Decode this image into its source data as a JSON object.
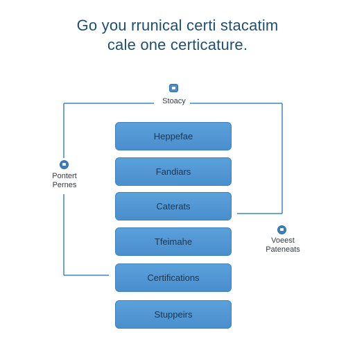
{
  "title": {
    "line1": "Go you rrunical certi stacatim",
    "line2": "cale one certicature."
  },
  "top_node": {
    "label": "Stoacy",
    "icon": "document-icon"
  },
  "left_node": {
    "line1": "Pontert",
    "line2": "Pernes",
    "icon": "info-icon"
  },
  "right_node": {
    "line1": "Voeest",
    "line2": "Pateneats",
    "icon": "info-icon"
  },
  "stack": [
    {
      "label": "Heppefae"
    },
    {
      "label": "Fandiars"
    },
    {
      "label": "Caterats"
    },
    {
      "label": "Tfeimahe"
    },
    {
      "label": "Certifications"
    },
    {
      "label": "Stuppeirs"
    }
  ],
  "colors": {
    "title": "#1d4f73",
    "box_fill": "#4a8fcd",
    "box_border": "#3f80bd",
    "connector": "#3d86c6"
  }
}
